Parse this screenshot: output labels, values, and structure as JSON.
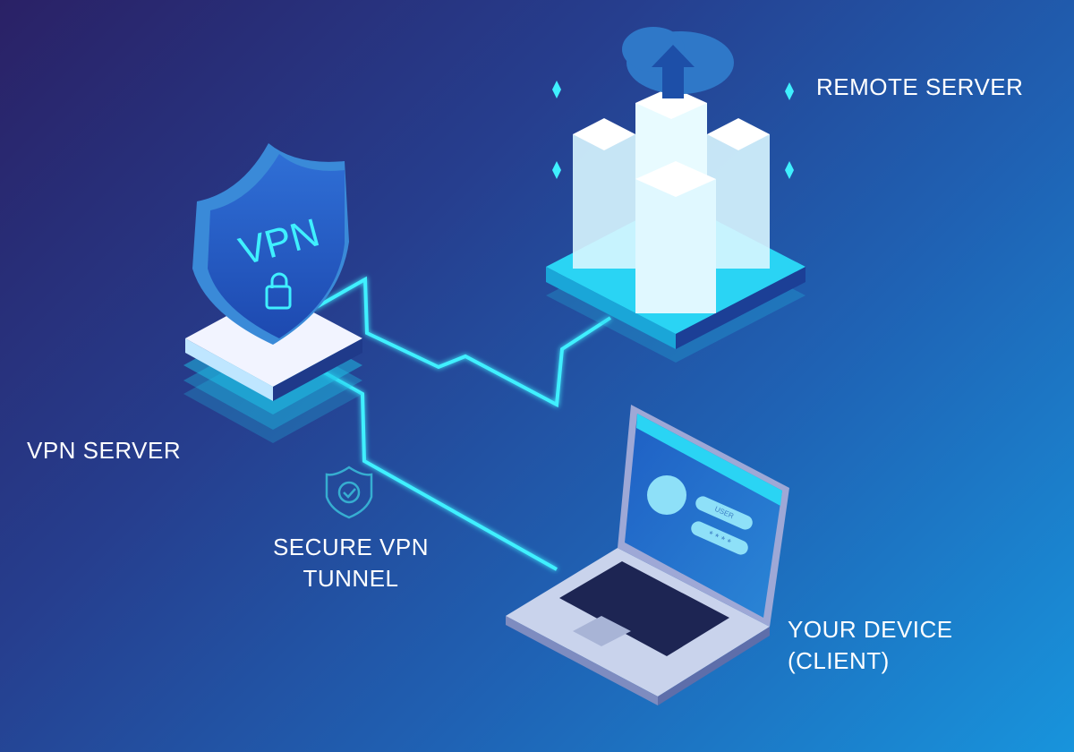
{
  "labels": {
    "remote_server": "REMOTE SERVER",
    "vpn_server": "VPN SERVER",
    "tunnel_line1": "SECURE VPN",
    "tunnel_line2": "TUNNEL",
    "device_line1": "YOUR DEVICE",
    "device_line2": "(CLIENT)"
  },
  "shield": {
    "text": "VPN"
  },
  "laptop_screen": {
    "user_field": "USER",
    "password_field": "* * * *"
  },
  "colors": {
    "cable": "#3ff0ff",
    "bg_top": "#2a2166",
    "bg_bottom": "#1894dc"
  }
}
